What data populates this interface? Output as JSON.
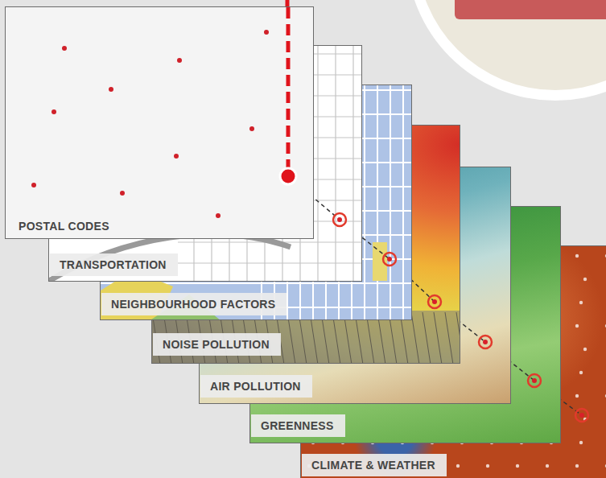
{
  "diagram": {
    "nodes": [
      {
        "text": [
          "POSTAL CODES"
        ]
      },
      {
        "text": [
          "TRANSPORTATION"
        ]
      },
      {
        "text": [
          "NEIGHBOURHOOD FACTORS"
        ]
      },
      {
        "text": [
          "NOISE POLLUTION"
        ]
      },
      {
        "text": [
          "AIR POLLUTION"
        ]
      },
      {
        "text": [
          "GREENNESS"
        ]
      },
      {
        "text": [
          "CLIMATE & WEATHER"
        ]
      }
    ]
  }
}
